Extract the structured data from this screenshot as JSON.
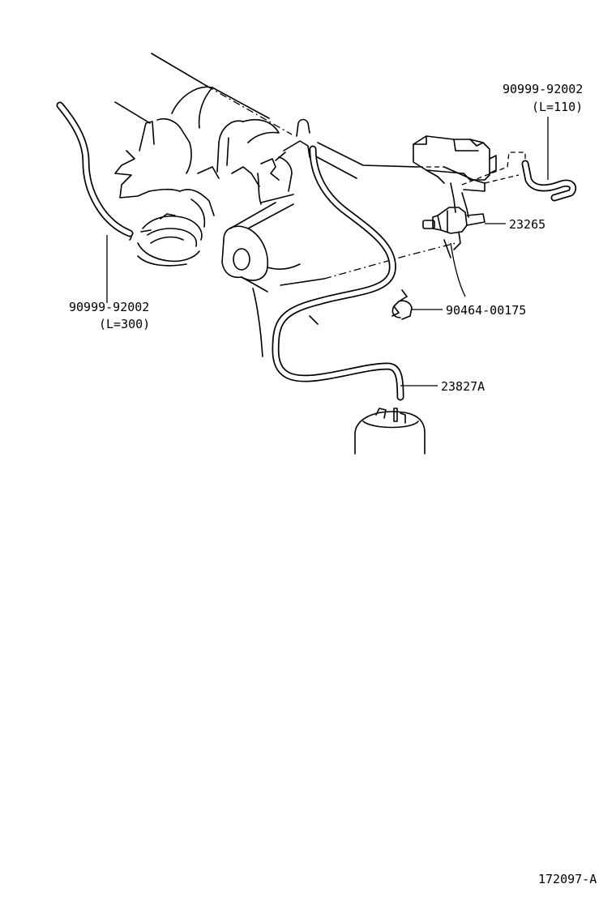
{
  "parts": {
    "hose_upper_right": {
      "part_no": "90999-92002",
      "length": "(L=110)"
    },
    "vsv": {
      "part_no": "23265"
    },
    "clamp": {
      "part_no": "90464-00175"
    },
    "hose_long": {
      "part_no": "23827A"
    },
    "hose_left": {
      "part_no": "90999-92002",
      "length": "(L=300)"
    }
  },
  "figure_id": "172097-A"
}
